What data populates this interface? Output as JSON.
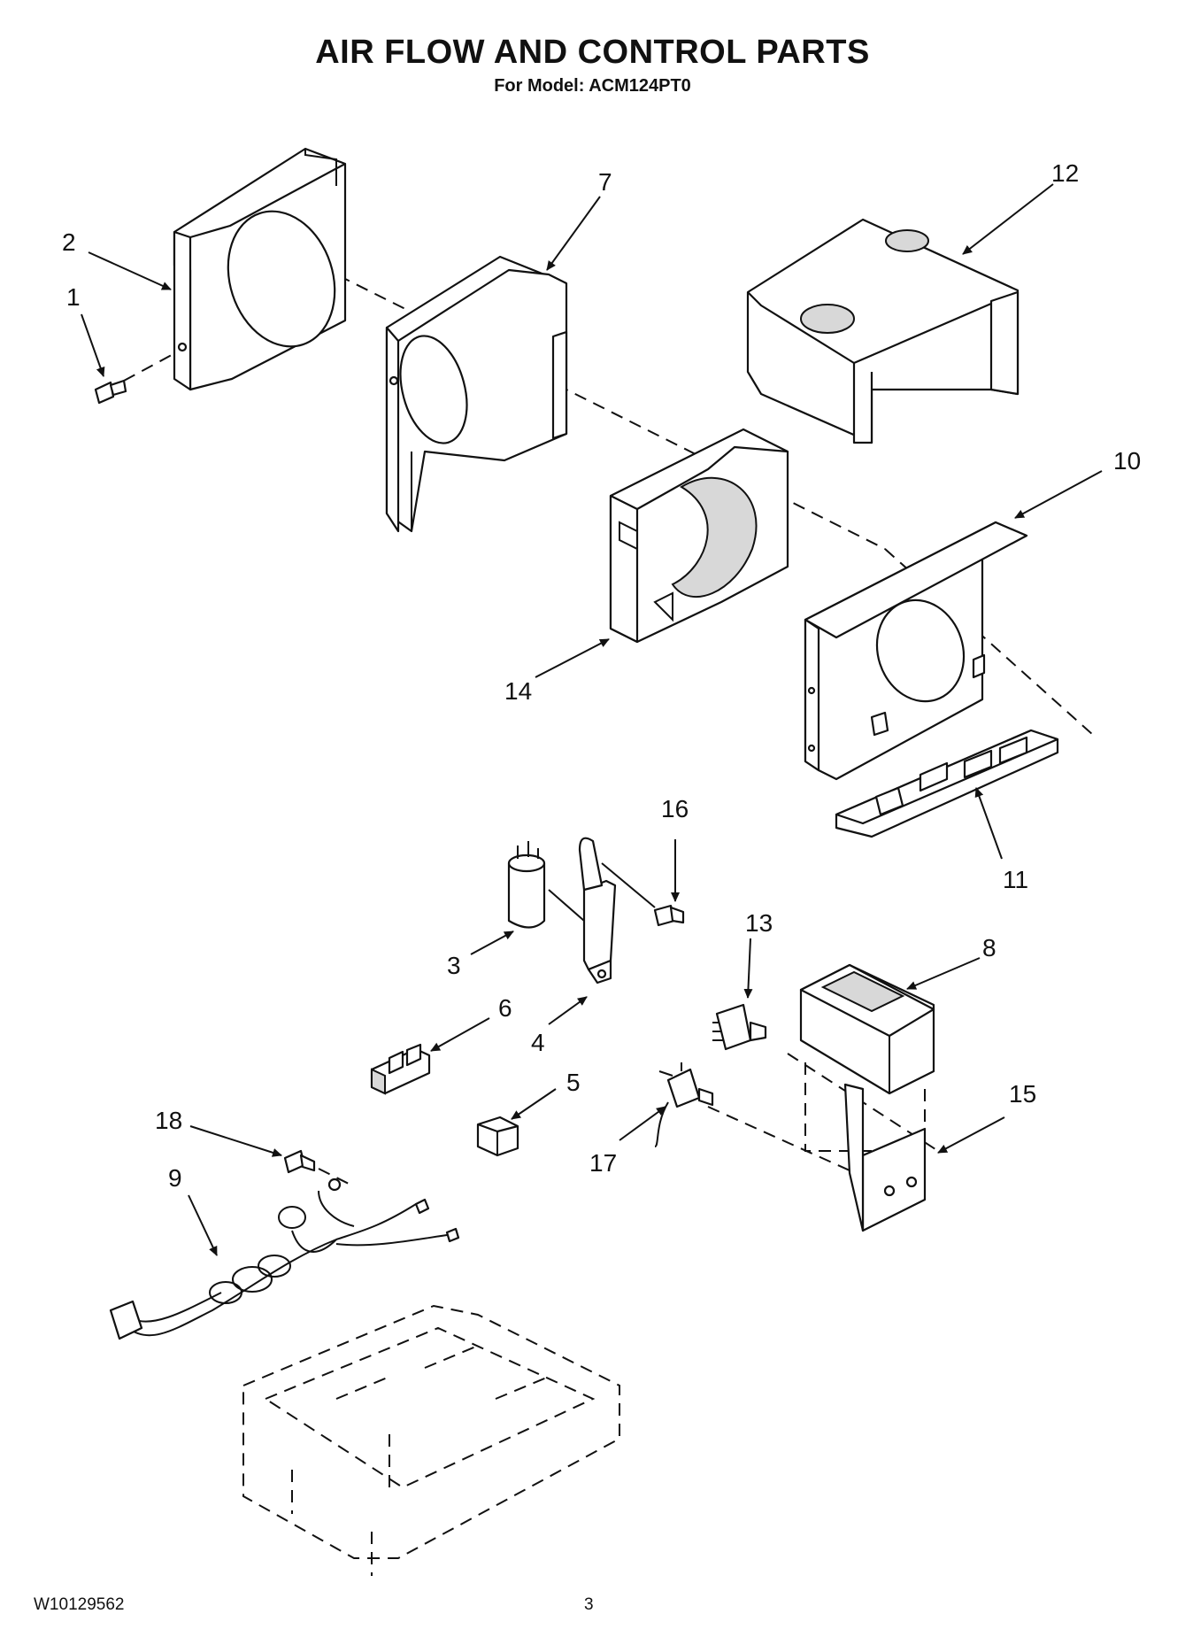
{
  "header": {
    "title": "AIR FLOW AND CONTROL PARTS",
    "subtitle": "For Model: ACM124PT0"
  },
  "footer": {
    "document_number": "W10129562",
    "page_number": "3"
  },
  "callouts": {
    "c1": "1",
    "c2": "2",
    "c3": "3",
    "c4": "4",
    "c5": "5",
    "c6": "6",
    "c7": "7",
    "c8": "8",
    "c9": "9",
    "c10": "10",
    "c11": "11",
    "c12": "12",
    "c13": "13",
    "c14": "14",
    "c15": "15",
    "c16": "16",
    "c17": "17",
    "c18": "18"
  }
}
